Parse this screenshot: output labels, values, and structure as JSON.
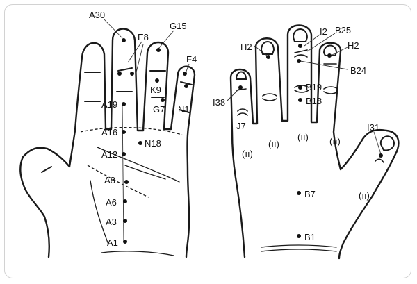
{
  "diagram": {
    "palm_points": [
      {
        "id": "A30",
        "label": "A30"
      },
      {
        "id": "E8",
        "label": "E8"
      },
      {
        "id": "G15",
        "label": "G15"
      },
      {
        "id": "F4",
        "label": "F4"
      },
      {
        "id": "K9",
        "label": "K9"
      },
      {
        "id": "N1",
        "label": "N1"
      },
      {
        "id": "G7",
        "label": "G7"
      },
      {
        "id": "A19",
        "label": "A19"
      },
      {
        "id": "A16",
        "label": "A16"
      },
      {
        "id": "N18",
        "label": "N18"
      },
      {
        "id": "A12",
        "label": "A12"
      },
      {
        "id": "A8",
        "label": "A8"
      },
      {
        "id": "A6",
        "label": "A6"
      },
      {
        "id": "A3",
        "label": "A3"
      },
      {
        "id": "A1",
        "label": "A1"
      }
    ],
    "back_points": [
      {
        "id": "H2a",
        "label": "H2"
      },
      {
        "id": "I2",
        "label": "I2"
      },
      {
        "id": "B25",
        "label": "B25"
      },
      {
        "id": "H2b",
        "label": "H2"
      },
      {
        "id": "B24",
        "label": "B24"
      },
      {
        "id": "B19",
        "label": "B19"
      },
      {
        "id": "B18",
        "label": "B18"
      },
      {
        "id": "I38",
        "label": "I38"
      },
      {
        "id": "J7",
        "label": "J7"
      },
      {
        "id": "I31",
        "label": "I31"
      },
      {
        "id": "B7",
        "label": "B7"
      },
      {
        "id": "B1",
        "label": "B1"
      }
    ]
  }
}
